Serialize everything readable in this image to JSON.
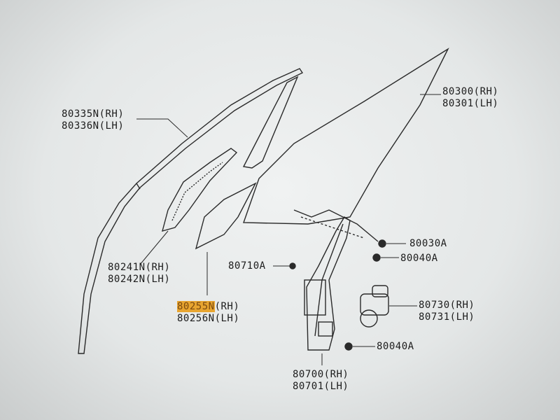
{
  "colors": {
    "highlight": "#e8a530",
    "line": "#2a2a2a",
    "background": "#e8ebeb"
  },
  "parts": {
    "p80335": {
      "rh": "80335N(RH)",
      "lh": "80336N(LH)"
    },
    "p80300": {
      "rh": "80300(RH)",
      "lh": "80301(LH)"
    },
    "p80241": {
      "rh": "80241N(RH)",
      "lh": "80242N(LH)"
    },
    "p80255": {
      "rh_code": "80255N",
      "rh_suffix": "(RH)",
      "lh": "80256N(LH)"
    },
    "p80710": {
      "code": "80710A"
    },
    "p80030": {
      "code": "80030A"
    },
    "p80040a": {
      "code": "80040A"
    },
    "p80730": {
      "rh": "80730(RH)",
      "lh": "80731(LH)"
    },
    "p80040b": {
      "code": "80040A"
    },
    "p80700": {
      "rh": "80700(RH)",
      "lh": "80701(LH)"
    }
  }
}
